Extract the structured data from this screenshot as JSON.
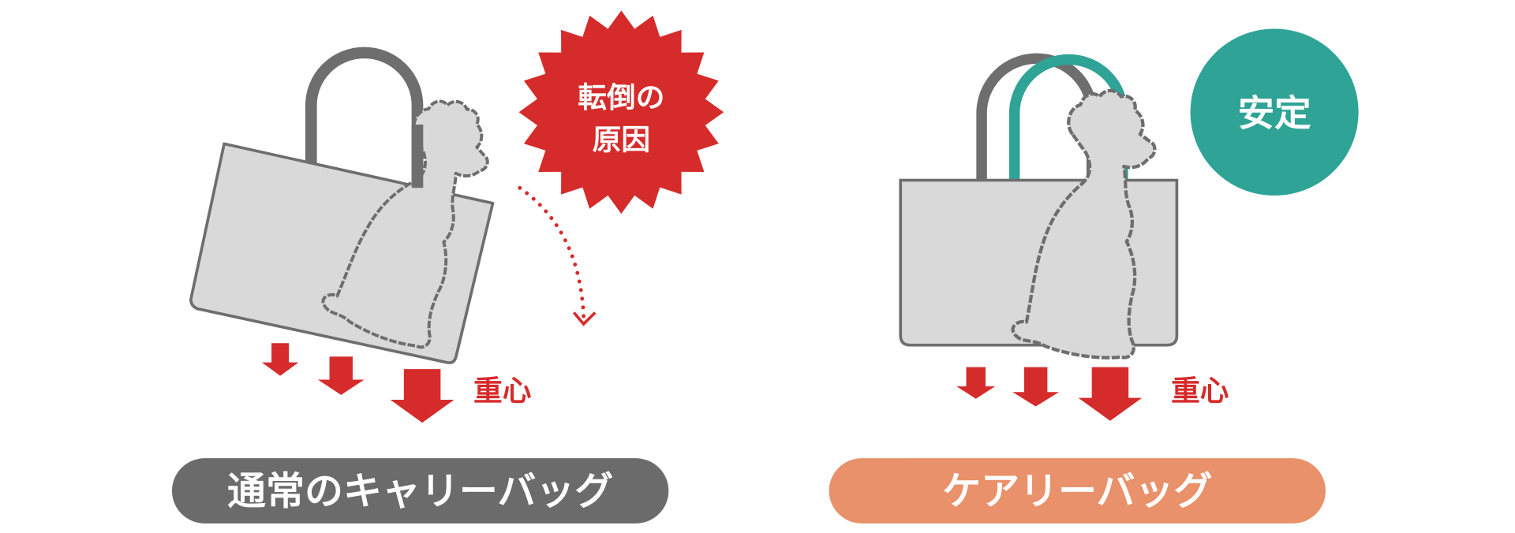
{
  "left": {
    "burst_line1": "転倒の",
    "burst_line2": "原因",
    "center_of_gravity": "重心",
    "label": "通常のキャリーバッグ"
  },
  "right": {
    "badge": "安定",
    "center_of_gravity": "重心",
    "label": "ケアリーバッグ"
  },
  "colors": {
    "red": "#d62b2b",
    "teal": "#2fa395",
    "gray": "#6e6e6e",
    "orange": "#e8916a",
    "bag_fill": "#d9d9d9"
  }
}
